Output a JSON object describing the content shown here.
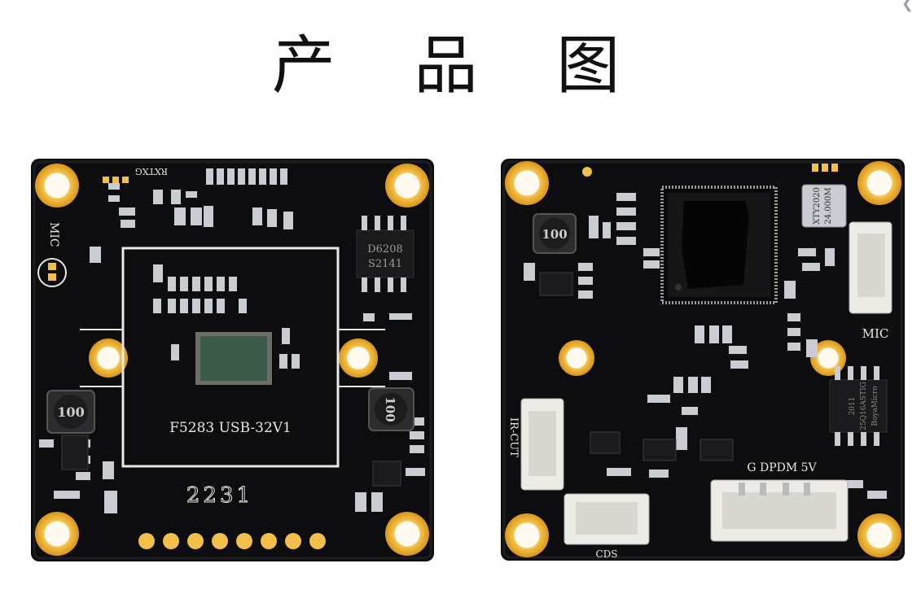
{
  "title": "产 品 图",
  "colors": {
    "pcb": "#0d0d0f",
    "pcb_edge": "#1b1b1e",
    "gold": "#f2c04a",
    "gold_ring": "#d99a1c",
    "silk": "#e8e8e8",
    "component_silver": "#c9ccd2",
    "chip_black": "#1a1a1c",
    "connector": "#ecebe6",
    "sensor": "#3d5b4a"
  },
  "front_board": {
    "label_mic": "MIC",
    "label_rxtx": "RXTXG",
    "silkscreen_model": "F5283 USB-32V1",
    "silkscreen_number": "2231",
    "ic_top_line": "D6208",
    "ic_bottom_line": "S2141",
    "inductor_left": "100",
    "inductor_right": "100",
    "pad_count": 8
  },
  "back_board": {
    "label_mic": "MIC",
    "label_ircut": "IR-CUT",
    "label_usb_pins": "G DPDM 5V",
    "label_cds": "CDS",
    "crystal_line1": "XTY2020",
    "crystal_line2": "24.000M",
    "inductor_label": "100",
    "flash_chip": "BoyaMicro",
    "flash_line2": "25Q16ASTIG",
    "flash_line3": "2011"
  }
}
